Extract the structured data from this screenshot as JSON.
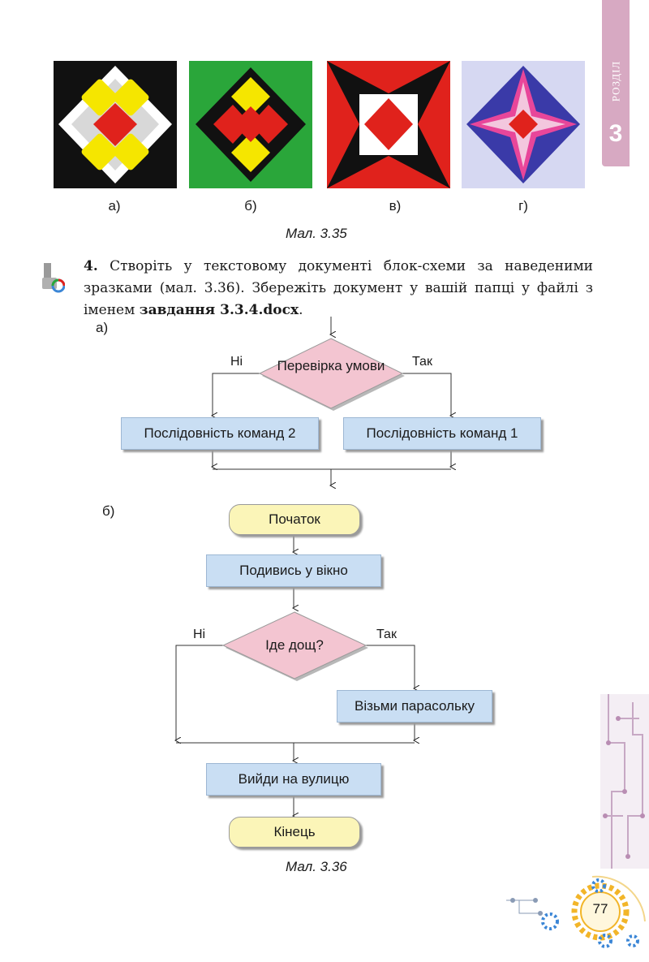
{
  "chapter": {
    "number": "3",
    "word": "РОЗДІЛ"
  },
  "figure_335": {
    "labels": [
      "а)",
      "б)",
      "в)",
      "г)"
    ],
    "caption": "Мал. 3.35"
  },
  "task": {
    "number": "4.",
    "text_before": " Створіть у текстовому документі блок-схеми за наведеними зразками (мал. 3.36). Збережіть документ у вашій папці у файлі з іменем ",
    "filename": "завдання 3.3.4.docx",
    "text_after": "."
  },
  "flowchart_a": {
    "label": "а)",
    "condition": "Перевірка умови",
    "no_label": "Ні",
    "yes_label": "Так",
    "left_box": "Послідовність команд 2",
    "right_box": "Послідовність команд 1"
  },
  "flowchart_b": {
    "label": "б)",
    "start": "Початок",
    "step1": "Подивись у вікно",
    "condition": "Іде дощ?",
    "no_label": "Ні",
    "yes_label": "Так",
    "yes_box": "Візьми парасольку",
    "step2": "Вийди на вулицю",
    "end": "Кінець"
  },
  "figure_336": {
    "caption": "Мал. 3.36"
  },
  "page": {
    "number": "77"
  },
  "colors": {
    "process": "#c9def3",
    "terminal": "#fbf5b8",
    "decision": "#f3c5d1",
    "tab": "#d7a9c2"
  }
}
